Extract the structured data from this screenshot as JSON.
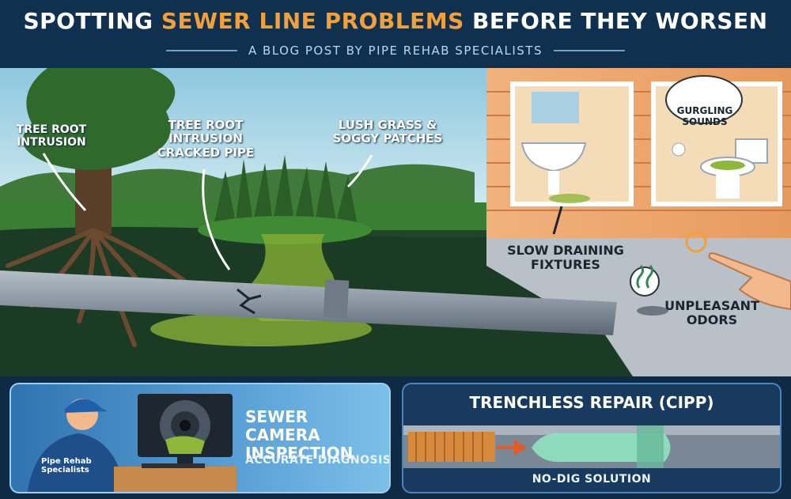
{
  "header": {
    "title_pre": "SPOTTING ",
    "title_accent": "SEWER LINE PROBLEMS",
    "title_post": " BEFORE THEY WORSEN",
    "subtitle": "A BLOG POST BY PIPE REHAB SPECIALISTS"
  },
  "scene": {
    "labels": {
      "tree_root": "TREE ROOT\nINTRUSION",
      "cracked_pipe": "TREE ROOT\nINTRUSION\nCRACKED PIPE",
      "lush_grass": "LUSH GRASS &\nSOGGY PATCHES",
      "gurgling": "GURGLING\nSOUNDS",
      "slow_drain": "SLOW DRAINING\nFIXTURES",
      "odors": "UNPLEASANT\nODORS"
    }
  },
  "panels": {
    "camera": {
      "title": "SEWER CAMERA\nINSPECTION",
      "subtitle": "ACCURATE DIAGNOSIS",
      "badge": "Pipe Rehab\nSpecialists"
    },
    "trenchless": {
      "title": "TRENCHLESS REPAIR (CIPP)",
      "subtitle": "NO-DIG SOLUTION"
    }
  },
  "colors": {
    "accent": "#f2a03c",
    "navy": "#10304f",
    "grass": "#2f6a2c",
    "pipe": "#8a96a2",
    "sewage": "#8fb83a"
  }
}
